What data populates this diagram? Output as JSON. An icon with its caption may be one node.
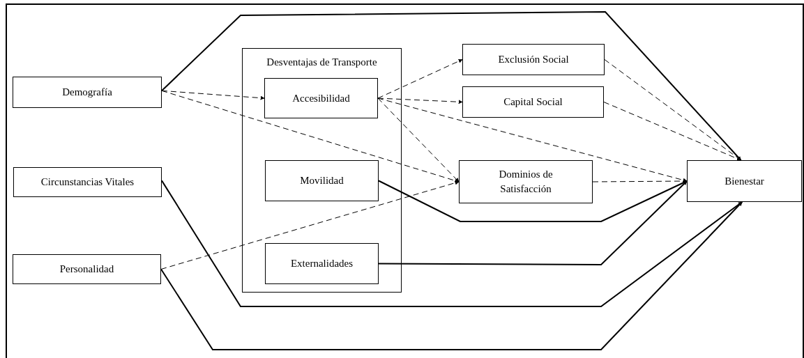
{
  "diagram": {
    "nodes": [
      {
        "text": [
          "Demografía"
        ]
      },
      {
        "text": [
          "Circunstancias Vitales"
        ]
      },
      {
        "text": [
          "Personalidad"
        ]
      },
      {
        "text": [
          "Desventajas de Transporte"
        ]
      },
      {
        "text": [
          "Accesibilidad"
        ],
        "in": 3
      },
      {
        "text": [
          "Movilidad"
        ],
        "in": 3
      },
      {
        "text": [
          "Externalidades"
        ],
        "in": 3
      },
      {
        "text": [
          "Exclusión Social"
        ]
      },
      {
        "text": [
          "Capital Social"
        ]
      },
      {
        "text": [
          "Dominios de Satisfacción"
        ]
      },
      {
        "text": [
          "Bienestar"
        ]
      }
    ],
    "edges": [
      {
        "from": 0,
        "to": 10,
        "arrow": "to"
      },
      {
        "from": 0,
        "to": 4,
        "arrow": "to",
        "style": "dashed"
      },
      {
        "from": 0,
        "to": 9,
        "arrow": "to",
        "style": "dashed"
      },
      {
        "from": 4,
        "to": 7,
        "arrow": "to",
        "style": "dashed"
      },
      {
        "from": 4,
        "to": 8,
        "arrow": "to",
        "style": "dashed"
      },
      {
        "from": 4,
        "to": 9,
        "arrow": "to",
        "style": "dashed"
      },
      {
        "from": 4,
        "to": 10,
        "arrow": "to",
        "style": "dashed"
      },
      {
        "from": 7,
        "to": 10,
        "arrow": "to",
        "style": "dashed"
      },
      {
        "from": 8,
        "to": 10,
        "arrow": "to",
        "style": "dashed"
      },
      {
        "from": 9,
        "to": 10,
        "arrow": "to",
        "style": "dashed"
      },
      {
        "from": 2,
        "to": 9,
        "arrow": "to",
        "style": "dashed"
      },
      {
        "from": 5,
        "to": 10,
        "arrow": "to"
      },
      {
        "from": 6,
        "to": 10,
        "arrow": "to"
      },
      {
        "from": 1,
        "to": 10,
        "arrow": "to"
      },
      {
        "from": 2,
        "to": 10,
        "arrow": "to"
      }
    ]
  }
}
